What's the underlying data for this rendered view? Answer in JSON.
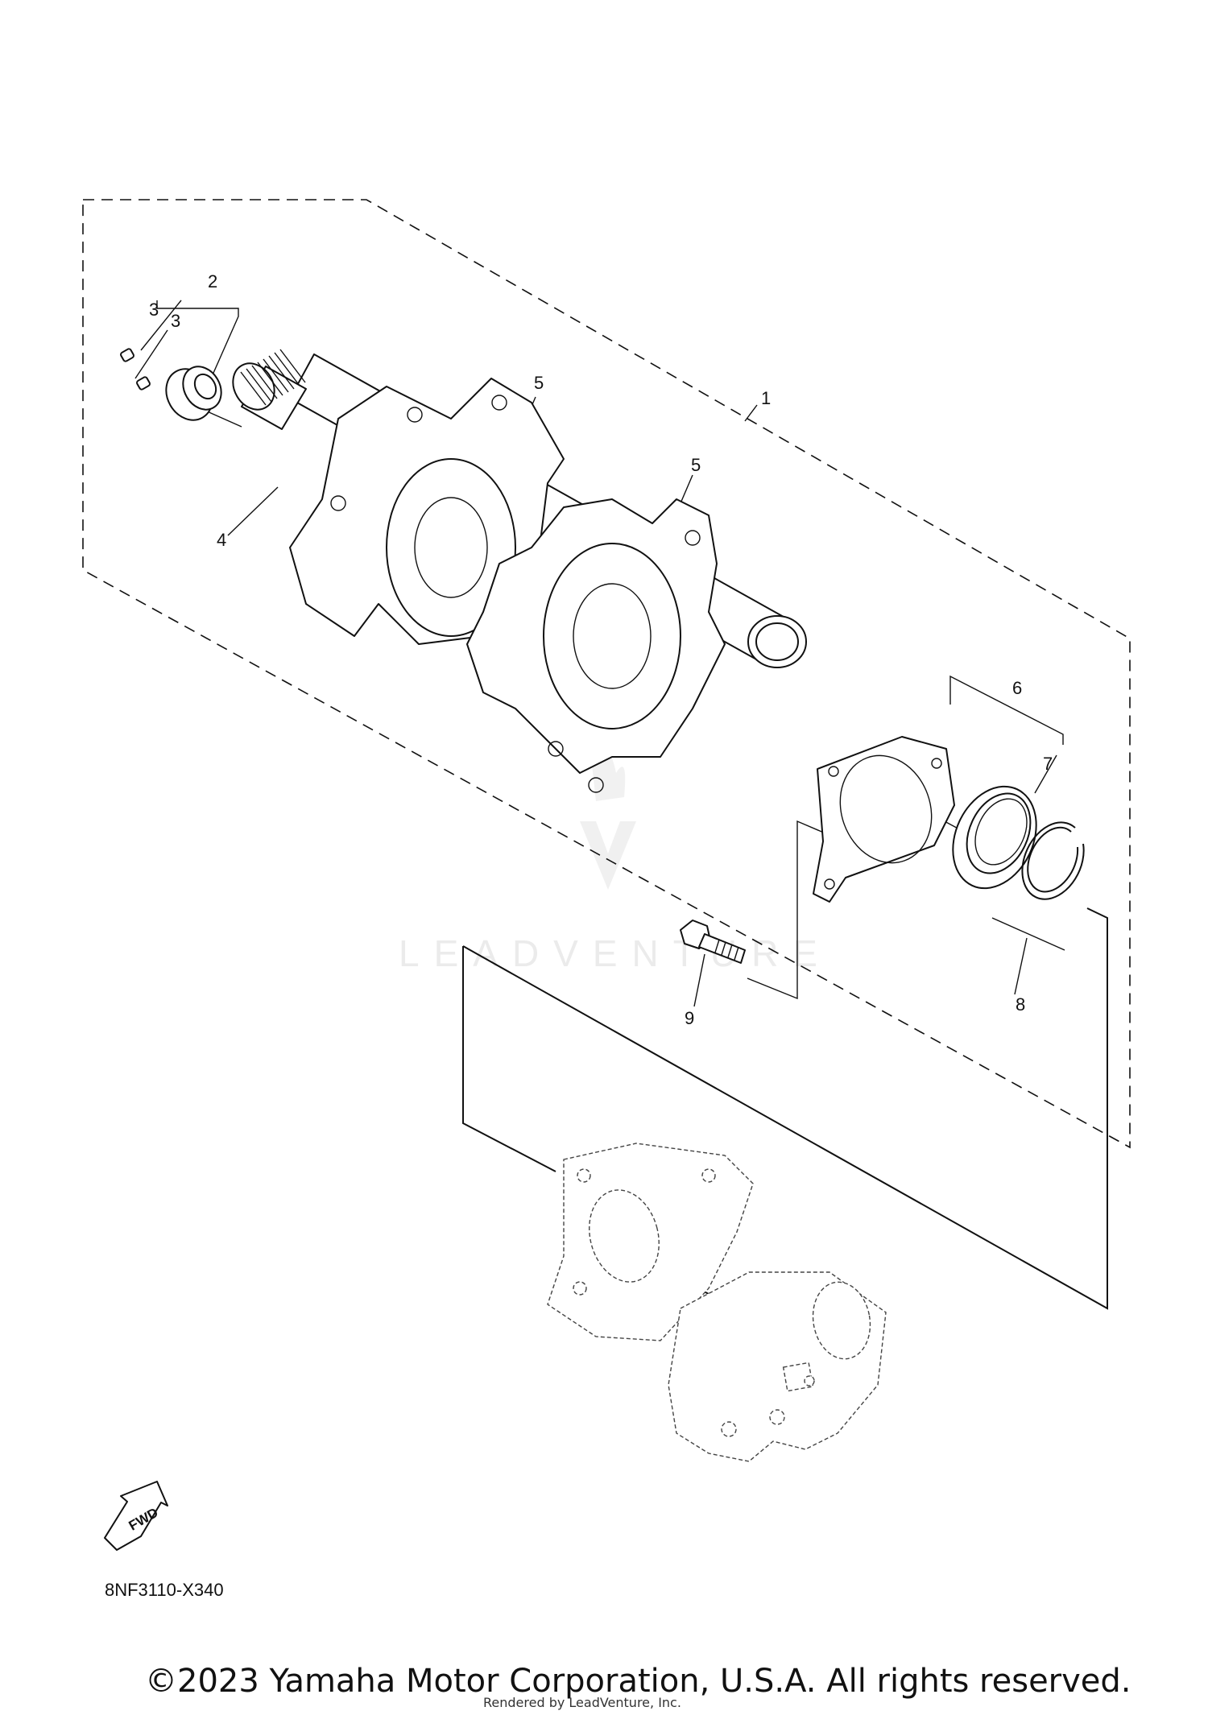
{
  "callouts": [
    "1",
    "2",
    "3",
    "3",
    "4",
    "5",
    "5",
    "6",
    "7",
    "8",
    "9"
  ],
  "diagram_code": "8NF3110-X340",
  "fwd_label": "FWD",
  "watermark": "LEADVENTURE",
  "copyright": "©2023 Yamaha Motor Corporation, U.S.A. All rights reserved.",
  "rendered_by": "Rendered by LeadVenture, Inc.",
  "colors": {
    "line": "#111111",
    "background": "#ffffff",
    "watermark": "#e9e9e9"
  }
}
